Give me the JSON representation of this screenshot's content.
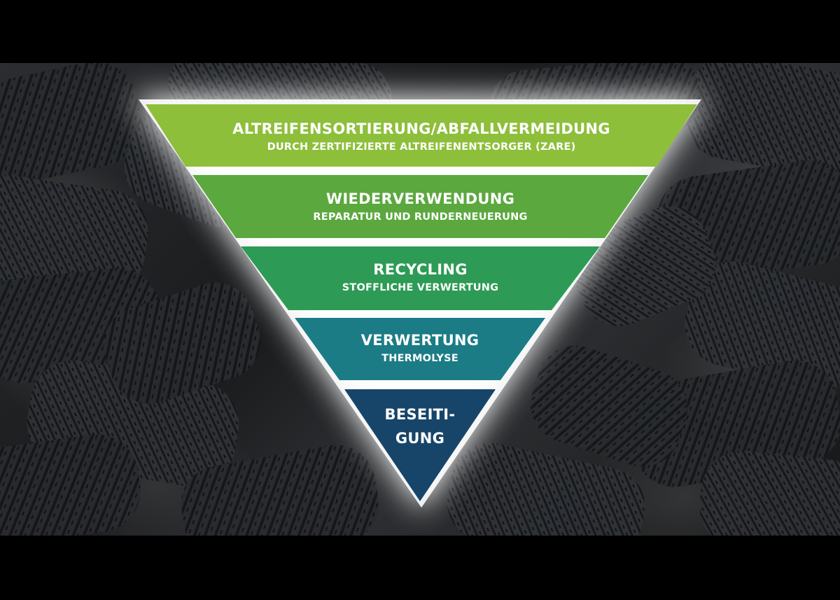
{
  "levels": [
    {
      "title": "ALTREIFENSORTIERUNG/ABFALLVERMEIDUNG",
      "subtitle": "DURCH ZERTIFIZIERTE ALTREIFENENTSORGER (ZARE)",
      "color": "#8dbf3a"
    },
    {
      "title": "WIEDERVERWENDUNG",
      "subtitle": "REPARATUR UND RUNDERNEUERUNG",
      "color": "#5ba83e"
    },
    {
      "title": "RECYCLING",
      "subtitle": "STOFFLICHE VERWERTUNG",
      "color": "#2d9b55"
    },
    {
      "title": "VERWERTUNG",
      "subtitle": "THERMOLYSE",
      "color": "#1b7c86"
    },
    {
      "title_line1": "BESEITI-",
      "title_line2": "GUNG",
      "color": "#17456a"
    }
  ],
  "background": "tires-photo"
}
